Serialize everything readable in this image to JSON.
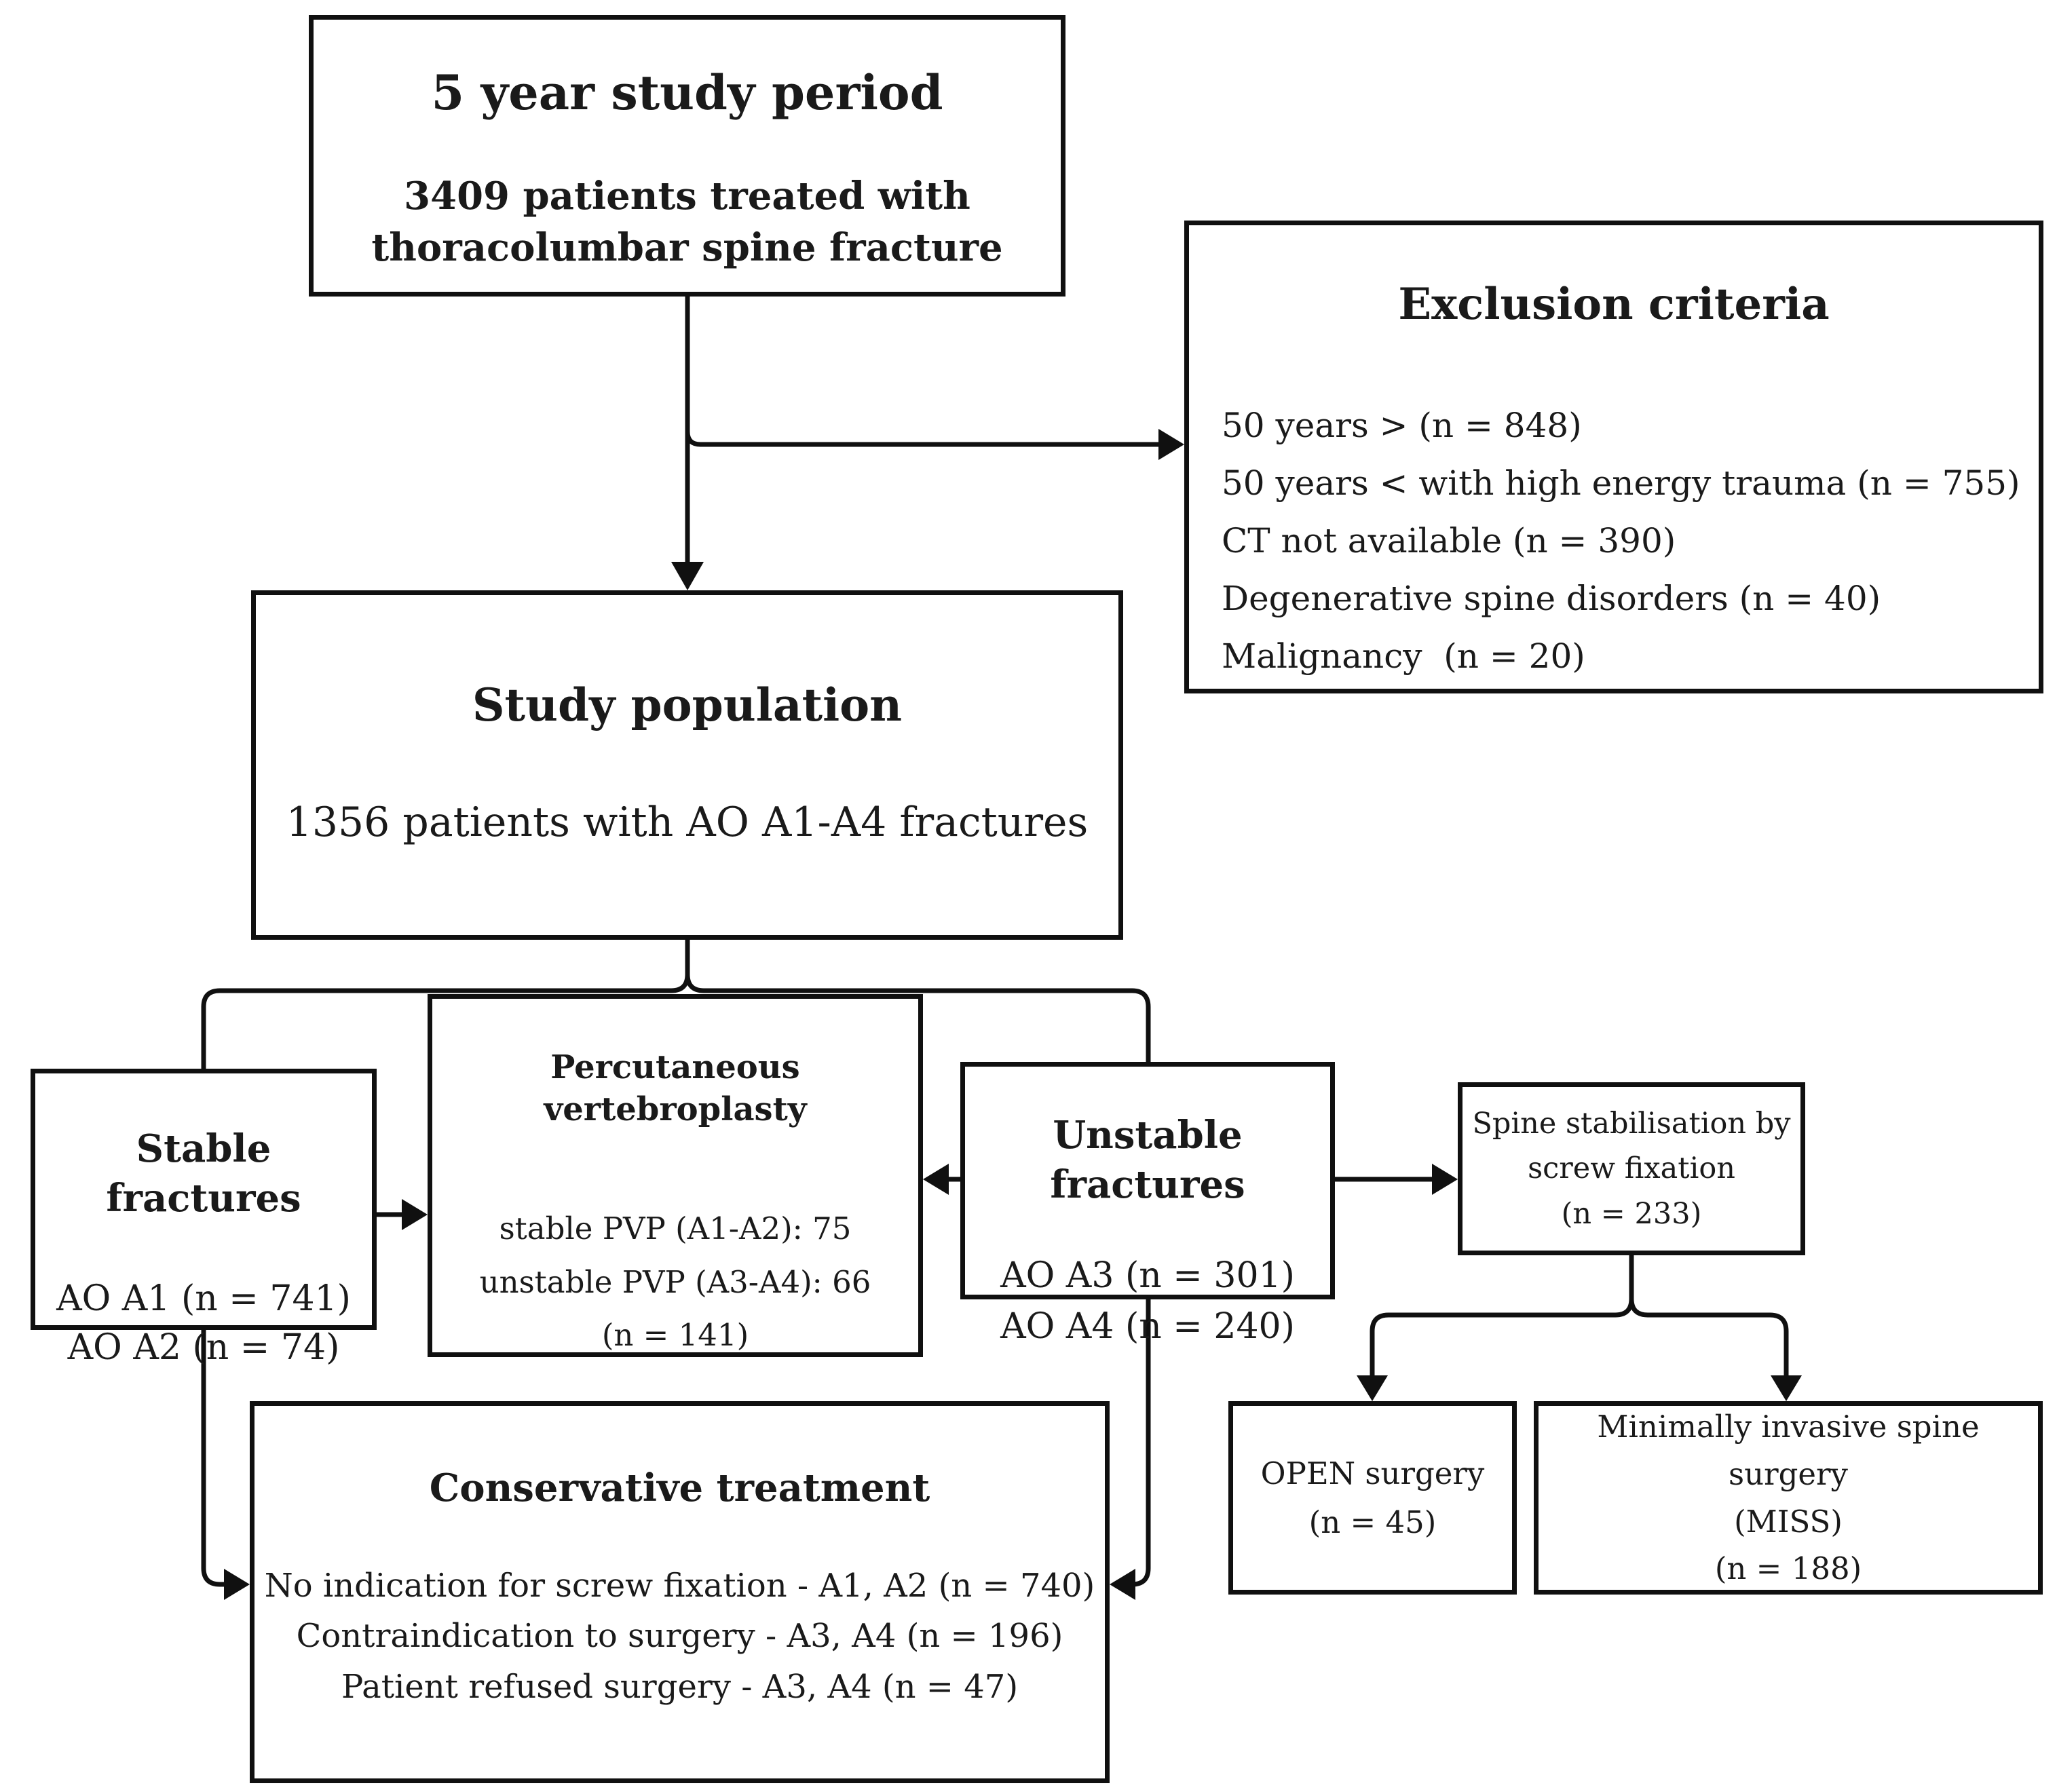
{
  "colors": {
    "ink": "#101010",
    "background": "#ffffff",
    "text": "#1a1a1a"
  },
  "diagram": {
    "study_period": {
      "title": "5 year study period",
      "lines": [
        "3409 patients treated with",
        "thoracolumbar spine fracture"
      ]
    },
    "exclusion": {
      "title": "Exclusion criteria",
      "items": [
        "50 years > (n = 848)",
        "50 years < with high energy trauma (n = 755)",
        "CT not available (n = 390)",
        "Degenerative spine disorders (n = 40)",
        "Malignancy  (n = 20)"
      ]
    },
    "study_population": {
      "title": "Study population",
      "subtitle": "1356 patients with AO A1-A4 fractures"
    },
    "stable": {
      "title": "Stable fractures",
      "lines": [
        "AO A1 (n = 741)",
        "AO A2 (n = 74)"
      ]
    },
    "pvp": {
      "title": "Percutaneous vertebroplasty",
      "lines": [
        "stable PVP (A1-A2): 75",
        "unstable PVP (A3-A4): 66",
        "(n = 141)"
      ]
    },
    "unstable": {
      "title": "Unstable fractures",
      "lines": [
        "AO A3 (n = 301)",
        "AO A4 (n = 240)"
      ]
    },
    "screw_fixation": {
      "lines": [
        "Spine stabilisation by",
        "screw fixation",
        "(n = 233)"
      ]
    },
    "open_surgery": {
      "lines": [
        "OPEN surgery",
        "(n = 45)"
      ]
    },
    "miss": {
      "lines": [
        "Minimally invasive spine surgery",
        "(MISS)",
        "(n = 188)"
      ]
    },
    "conservative": {
      "title": "Conservative treatment",
      "lines": [
        "No indication for screw fixation - A1, A2 (n = 740)",
        "Contraindication to surgery - A3, A4 (n = 196)",
        "Patient refused surgery - A3, A4 (n = 47)"
      ]
    }
  }
}
